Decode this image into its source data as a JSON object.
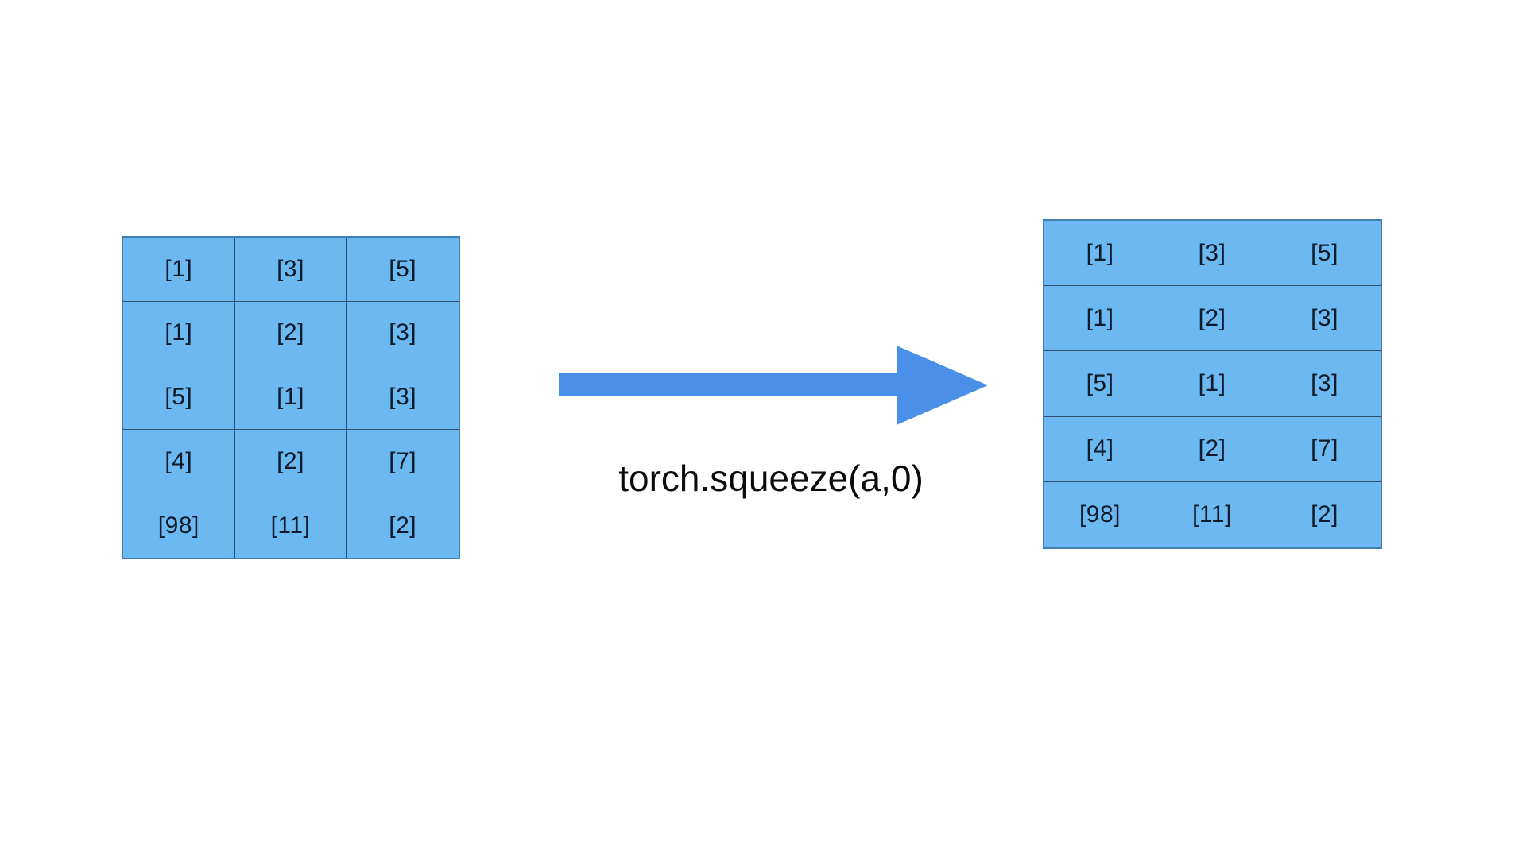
{
  "diagram": {
    "title": "torch.squeeze(a,0)",
    "operation_label": "torch.squeeze(a,0)",
    "background_color": "#ffffff",
    "cell_fill_color": "#6cb9f2",
    "cell_border_color": "#2e4f6b",
    "outer_border_color": "#3f7fb5",
    "arrow_color": "#4a90e8",
    "text_color": "#0d1b2a"
  },
  "arrow": {
    "name": "right-arrow",
    "direction": "right",
    "color": "#4a90e8"
  },
  "input_tensor": {
    "name": "input-tensor-grid",
    "rows": 5,
    "cols": 3,
    "cells": [
      [
        "[1]",
        "[3]",
        "[5]"
      ],
      [
        "[1]",
        "[2]",
        "[3]"
      ],
      [
        "[5]",
        "[1]",
        "[3]"
      ],
      [
        "[4]",
        "[2]",
        "[7]"
      ],
      [
        "[98]",
        "[11]",
        "[2]"
      ]
    ]
  },
  "output_tensor": {
    "name": "output-tensor-grid",
    "rows": 5,
    "cols": 3,
    "cells": [
      [
        "[1]",
        "[3]",
        "[5]"
      ],
      [
        "[1]",
        "[2]",
        "[3]"
      ],
      [
        "[5]",
        "[1]",
        "[3]"
      ],
      [
        "[4]",
        "[2]",
        "[7]"
      ],
      [
        "[98]",
        "[11]",
        "[2]"
      ]
    ]
  }
}
